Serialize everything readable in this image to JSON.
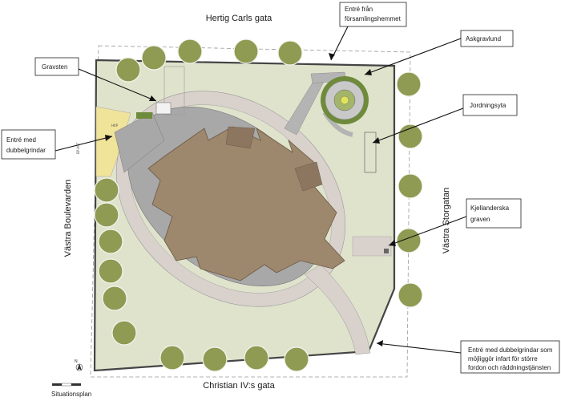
{
  "streets": {
    "north": "Hertig Carls gata",
    "south": "Christian IV:s gata",
    "west": "Västra Boulevarden",
    "east": "Västra Storgatan"
  },
  "callouts": {
    "entre_forsamling": [
      "Entré från",
      "församlingshemmet"
    ],
    "askgravlund": "Askgravlund",
    "gravsten": "Gravsten",
    "jordningsyta": "Jordningsyta",
    "entre_dubbelgrindar": [
      "Entré med",
      "dubbelgrindar"
    ],
    "kjellanderska": [
      "Kjellanderska",
      "graven"
    ],
    "entre_infart": [
      "Entré med dubbelgrindar som",
      "möjliggör infart för större",
      "fordon och räddningstjänsten"
    ]
  },
  "small_labels": {
    "hkp": "HKP",
    "ip": "BP-AST"
  },
  "caption": "Situationsplan",
  "north_arrow": "N",
  "colors": {
    "grass": "#dfe3cc",
    "paving": "#a8a8a8",
    "path": "#d9d1cc",
    "building": "#9d876d",
    "tree": "#8f9a52",
    "entrance_zone": "#f0e39a"
  }
}
